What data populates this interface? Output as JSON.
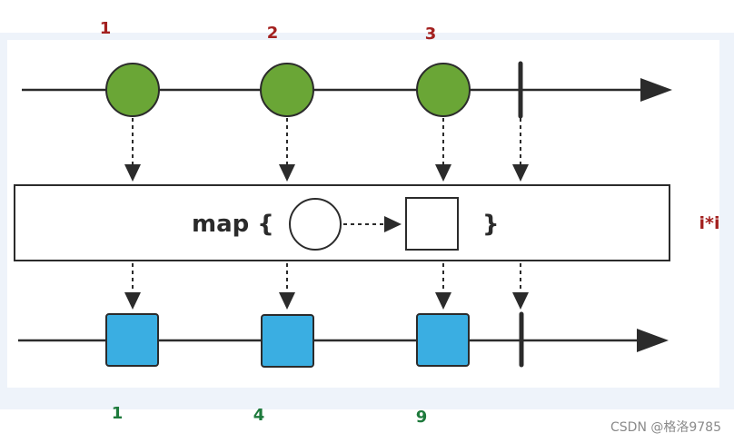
{
  "input_labels": [
    "1",
    "2",
    "3"
  ],
  "output_labels": [
    "1",
    "4",
    "9"
  ],
  "formula": "i*i",
  "operator": {
    "keyword": "map {",
    "close": "}"
  },
  "watermark": "CSDN @格洛9785",
  "colors": {
    "input_marble": "#6aa636",
    "output_marble": "#3aaee2",
    "line": "#2b2b2b",
    "input_label": "#a3201f",
    "output_label": "#1e7a3c",
    "panel_bg": "#eef3fa"
  }
}
